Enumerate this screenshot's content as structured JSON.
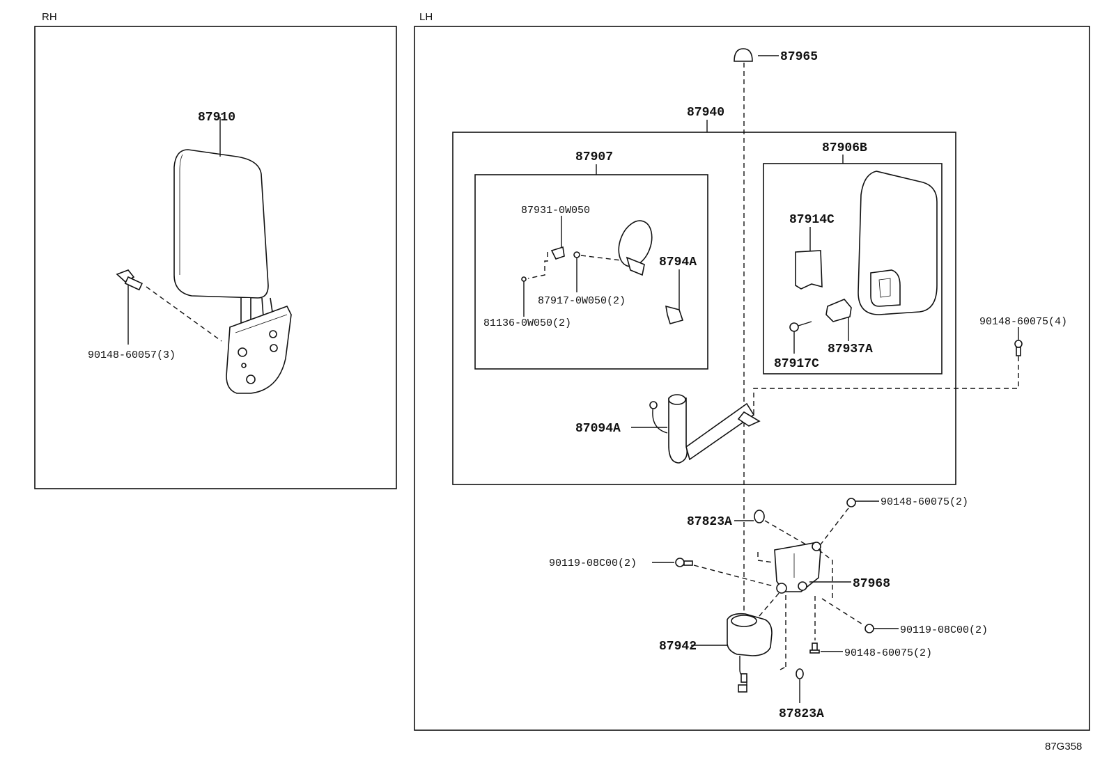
{
  "sections": {
    "rh": "RH",
    "lh": "LH"
  },
  "diagram_code": "87G358",
  "rh_parts": {
    "mirror": "87910",
    "screw": "90148-60057(3)"
  },
  "lh_parts": {
    "cap": "87965",
    "mirror_assy": "87940",
    "sub_assy_small": "87907",
    "bracket_screw_part": "87931-0W050",
    "small_mirror_bracket": "8794A",
    "washer_small": "87917-0W050(2)",
    "small_screw": "81136-0W050(2)",
    "outer_mirror": "87906B",
    "cover": "87914C",
    "holder": "87937A",
    "holder_screw": "87917C",
    "stay": "87094A",
    "bolt_right": "90148-60075(4)",
    "bolt_upper": "90148-60075(2)",
    "gasket_upper": "87823A",
    "bolt_left": "90119-08C00(2)",
    "bracket": "87968",
    "bolt_lower_right": "90119-08C00(2)",
    "motor": "87942",
    "bolt_lower": "90148-60075(2)",
    "gasket_lower": "87823A"
  }
}
